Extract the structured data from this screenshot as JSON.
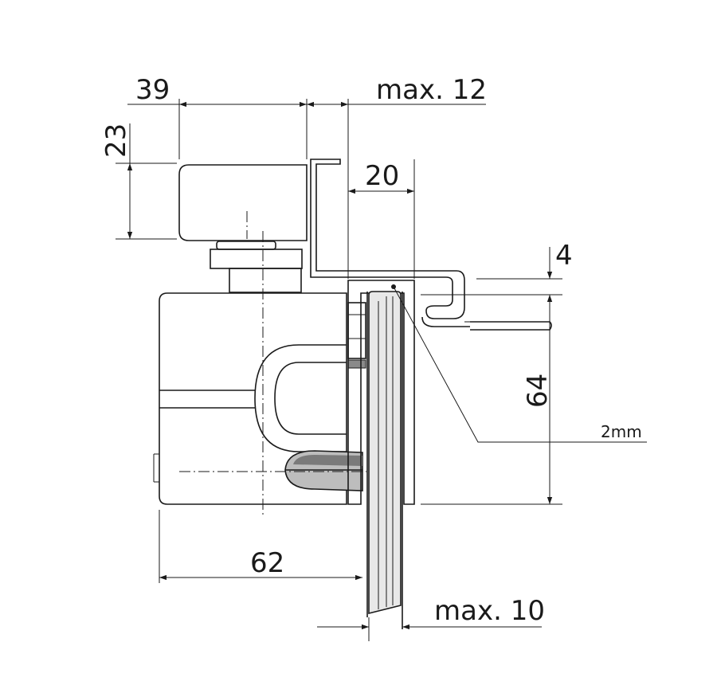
{
  "dimensions": {
    "d39": "39",
    "dmax12": "max. 12",
    "d23": "23",
    "d20": "20",
    "d4": "4",
    "d64": "64",
    "d2mm": "2mm",
    "d62": "62",
    "dmax10": "max. 10"
  },
  "colors": {
    "line": "#1a1a1a",
    "glass_fill": "#e8e8e8",
    "seal_fill": "#bdbdbd"
  }
}
